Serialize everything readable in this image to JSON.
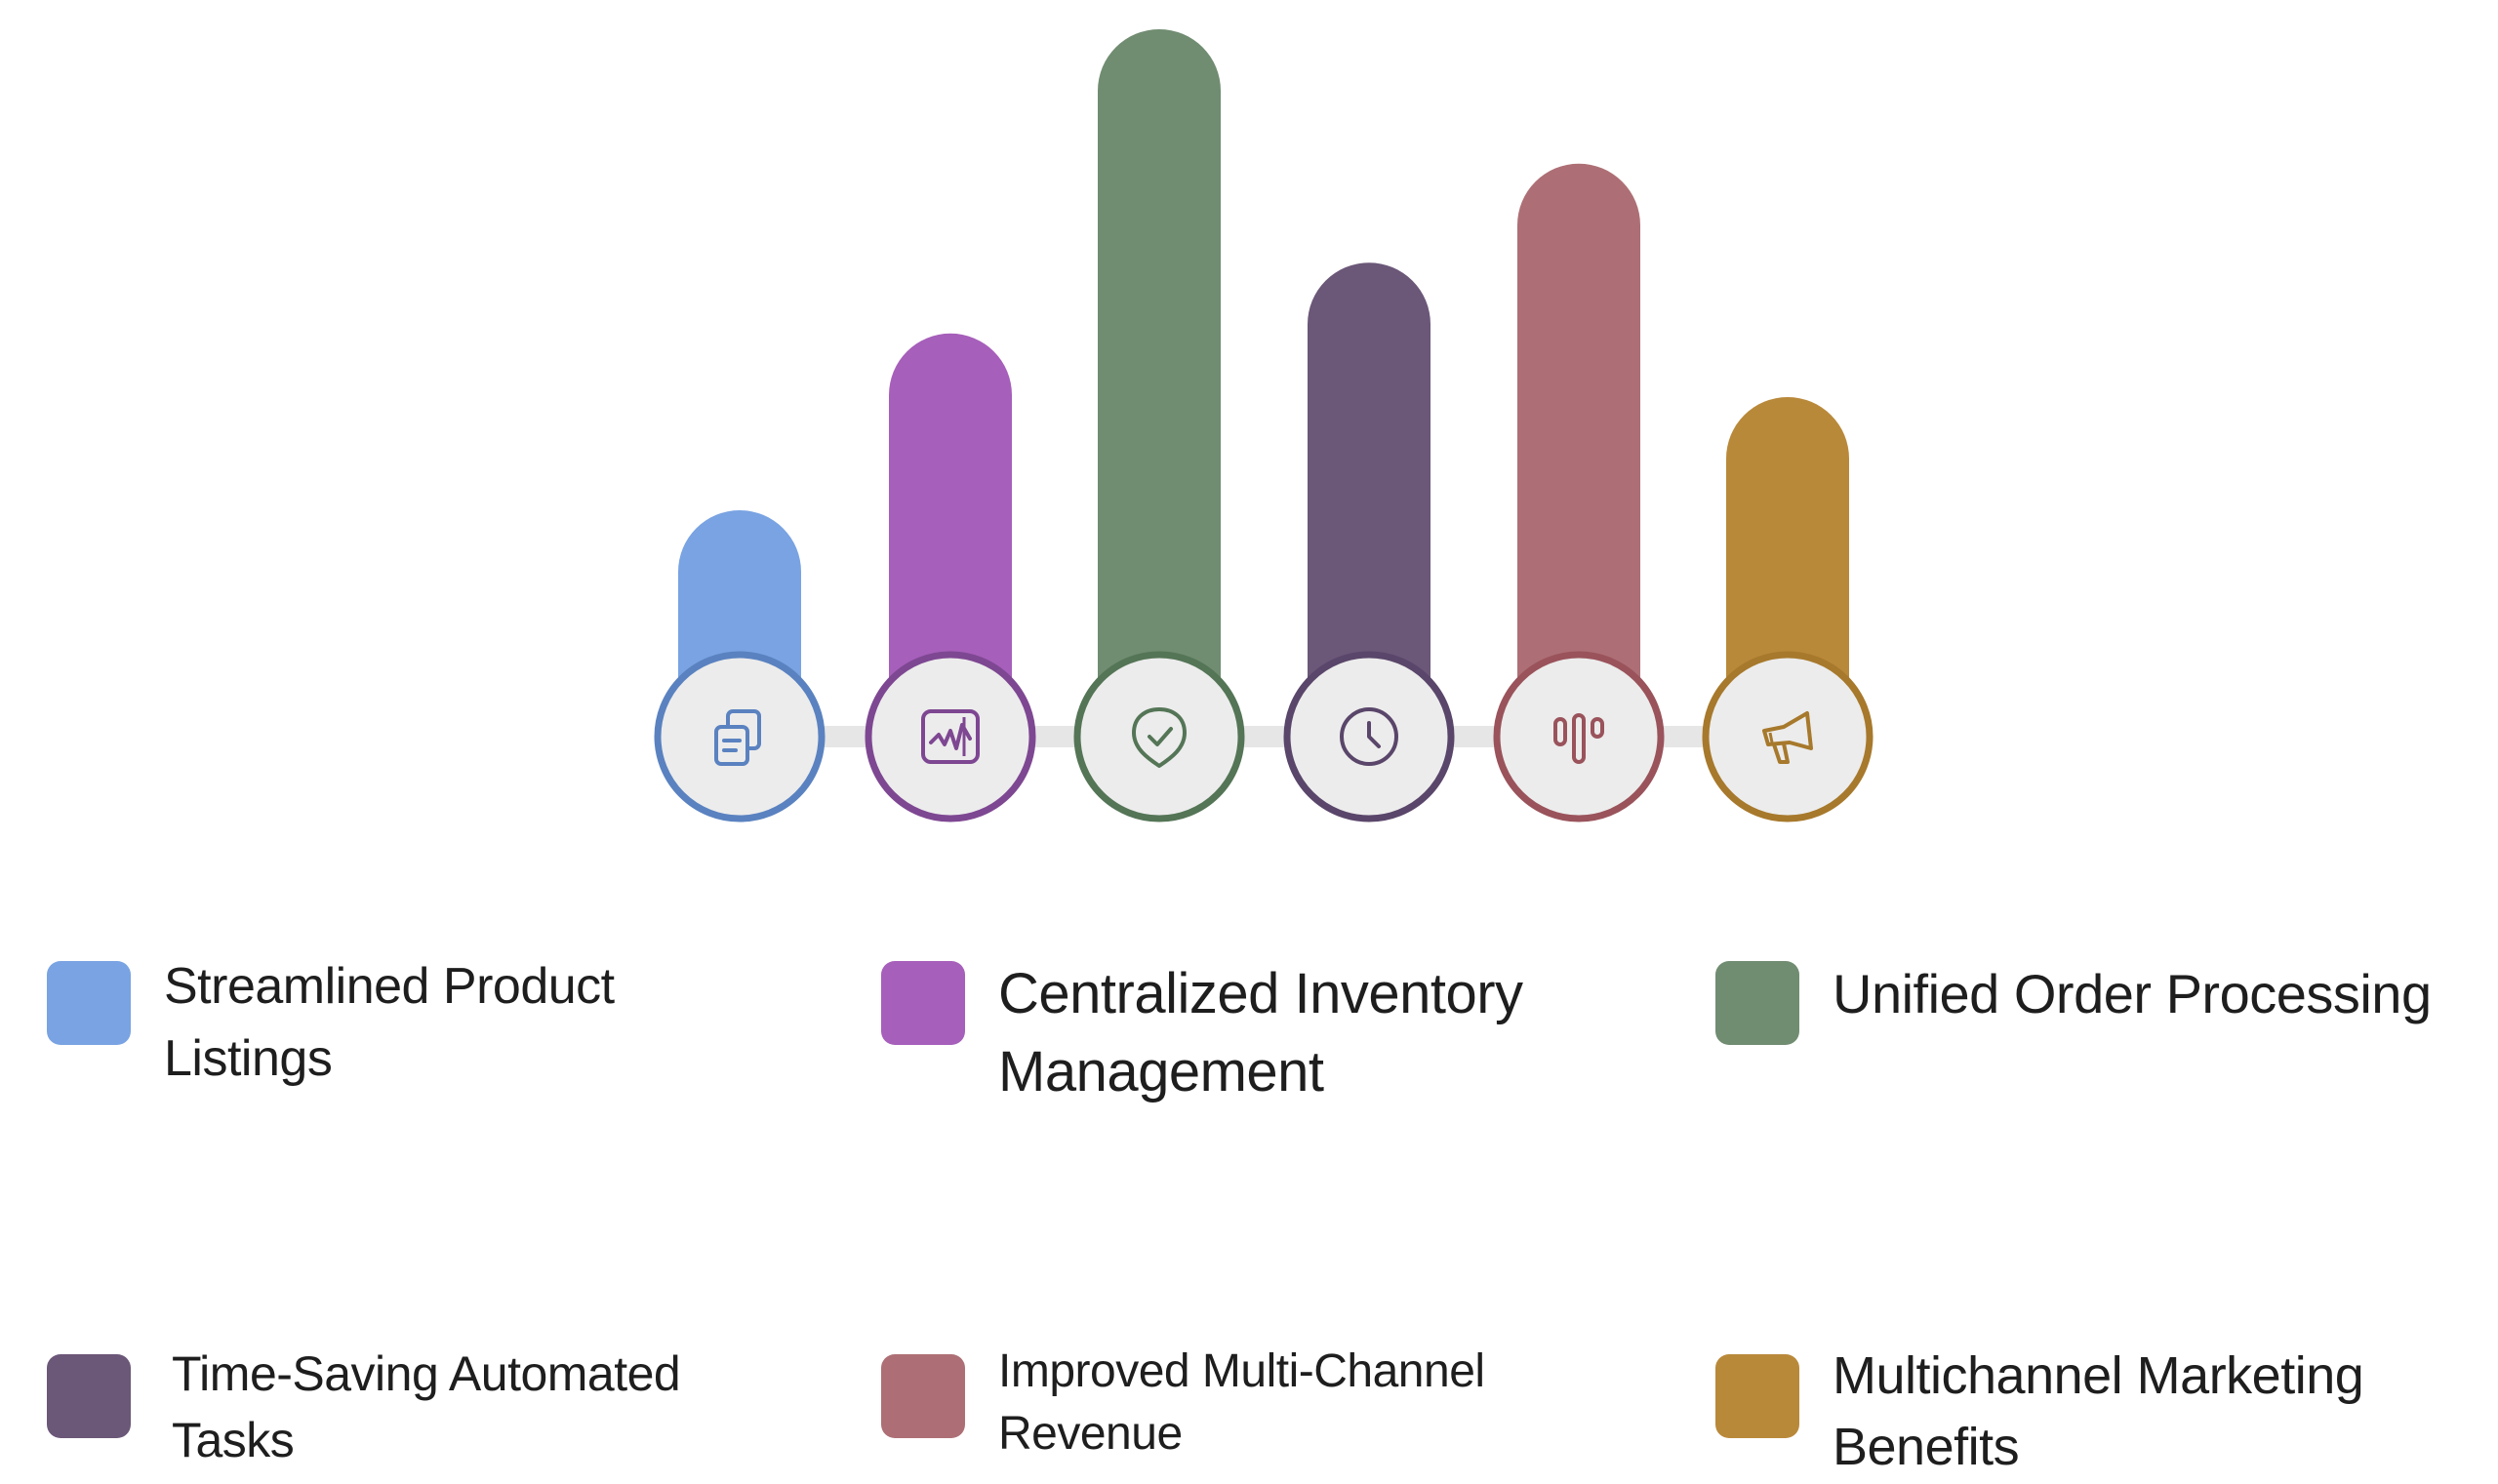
{
  "diagram": {
    "items": [
      {
        "label": "Streamlined Product Listings",
        "color": "#79a3e2",
        "ring_color": "#5a82c0",
        "icon": "documents-icon",
        "relative_height": 0.32
      },
      {
        "label": "Centralized Inventory Management",
        "color": "#a65fba",
        "ring_color": "#7e4792",
        "icon": "monitor-graph-icon",
        "relative_height": 0.57
      },
      {
        "label": "Unified Order Processing",
        "color": "#708c71",
        "ring_color": "#547556",
        "icon": "shield-check-icon",
        "relative_height": 1.0
      },
      {
        "label": "Time-Saving Automated Tasks",
        "color": "#6b5778",
        "ring_color": "#5a466a",
        "icon": "clock-icon",
        "relative_height": 0.67
      },
      {
        "label": "Improved Multi-Channel Revenue",
        "color": "#ad6f75",
        "ring_color": "#9a535b",
        "icon": "bars-icon",
        "relative_height": 0.81
      },
      {
        "label": "Multichannel Marketing Benefits",
        "color": "#b9893a",
        "ring_color": "#a7792c",
        "icon": "megaphone-icon",
        "relative_height": 0.48
      }
    ],
    "connector_color": "#e6e6e6",
    "circle_fill": "#ececec"
  }
}
